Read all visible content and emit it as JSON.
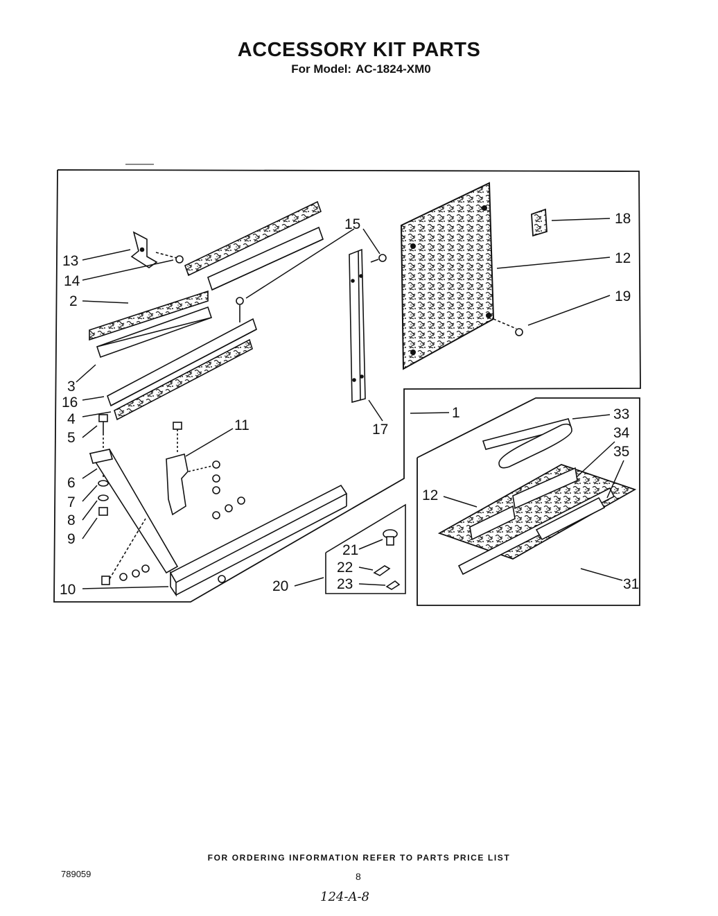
{
  "header": {
    "title": "ACCESSORY KIT PARTS",
    "model_label": "For Model:",
    "model_number": "AC-1824-XM0"
  },
  "callouts": {
    "c1": "1",
    "c2": "2",
    "c3": "3",
    "c4": "4",
    "c5": "5",
    "c6": "6",
    "c7": "7",
    "c8": "8",
    "c9": "9",
    "c10": "10",
    "c11": "11",
    "c12a": "12",
    "c12b": "12",
    "c13": "13",
    "c14": "14",
    "c15": "15",
    "c16": "16",
    "c17": "17",
    "c18": "18",
    "c19": "19",
    "c20": "20",
    "c21": "21",
    "c22": "22",
    "c23": "23",
    "c31": "31",
    "c33": "33",
    "c34": "34",
    "c35": "35"
  },
  "footer": {
    "ordering_note": "FOR ORDERING INFORMATION REFER TO PARTS PRICE LIST",
    "doc_number": "789059",
    "page_number": "8",
    "handwritten_ref": "124-A-8"
  }
}
